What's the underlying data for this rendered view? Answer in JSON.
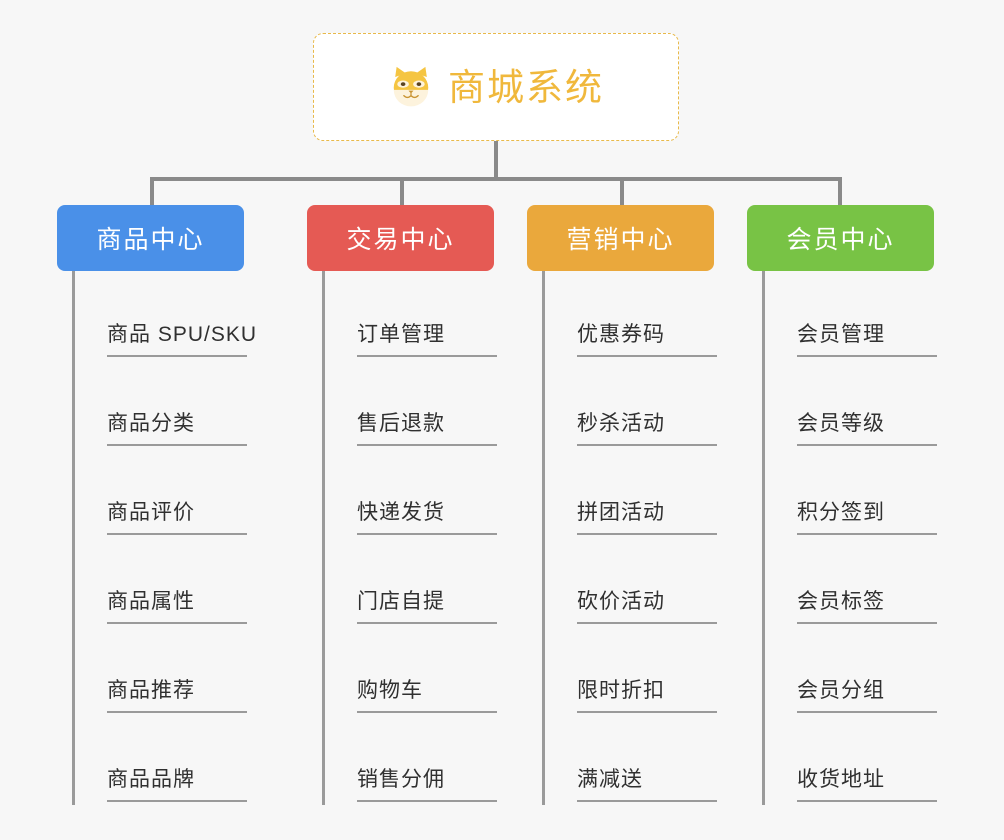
{
  "root": {
    "title": "商城系统",
    "icon": "dog-face-icon",
    "border_color": "#e8b94a",
    "text_color": "#f0b83c",
    "background": "#ffffff"
  },
  "canvas": {
    "background": "#f7f7f7",
    "connector_color": "#8a8a8a"
  },
  "columns": [
    {
      "label": "商品中心",
      "color": "#4a90e8",
      "items": [
        "商品 SPU/SKU",
        "商品分类",
        "商品评价",
        "商品属性",
        "商品推荐",
        "商品品牌"
      ]
    },
    {
      "label": "交易中心",
      "color": "#e55a54",
      "items": [
        "订单管理",
        "售后退款",
        "快递发货",
        "门店自提",
        "购物车",
        "销售分佣"
      ]
    },
    {
      "label": "营销中心",
      "color": "#eaa83c",
      "items": [
        "优惠券码",
        "秒杀活动",
        "拼团活动",
        "砍价活动",
        "限时折扣",
        "满减送"
      ]
    },
    {
      "label": "会员中心",
      "color": "#78c345",
      "items": [
        "会员管理",
        "会员等级",
        "积分签到",
        "会员标签",
        "会员分组",
        "收货地址"
      ]
    }
  ]
}
